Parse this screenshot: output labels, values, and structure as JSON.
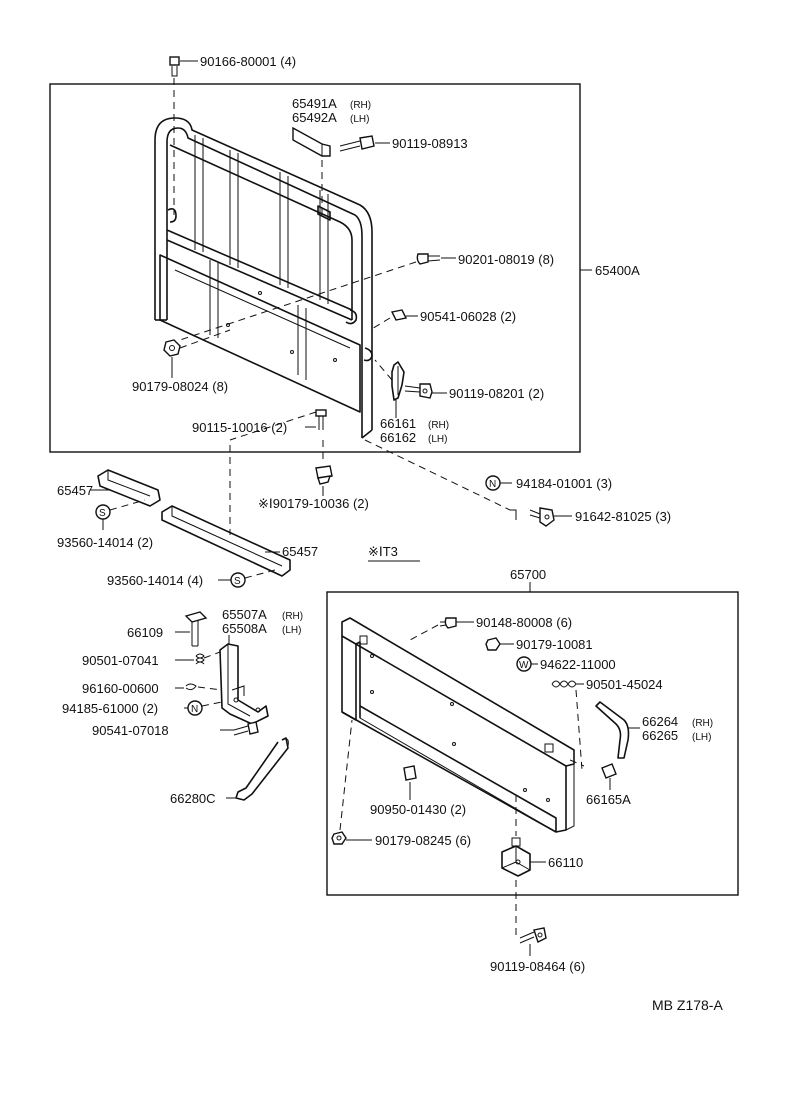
{
  "labels": {
    "p90166": "90166-80001 (4)",
    "p65491a": "65491A",
    "p65491a_side": "(RH)",
    "p65492a": "65492A",
    "p65492a_side": "(LH)",
    "p90119_08913": "90119-08913",
    "p90201": "90201-08019 (8)",
    "p65400a": "65400A",
    "p90541_06028": "90541-06028 (2)",
    "p90179_08024": "90179-08024 (8)",
    "p90119_08201": "90119-08201 (2)",
    "p90115": "90115-10016 (2)",
    "p66161": "66161",
    "p66161_side": "(RH)",
    "p66162": "66162",
    "p66162_side": "(LH)",
    "p65457_a": "65457",
    "p90179_10036": "※Ⅰ90179-10036 (2)",
    "p94184": "94184-01001 (3)",
    "p93560_a": "93560-14014 (2)",
    "p91642": "91642-81025 (3)",
    "p65457_b": "65457",
    "p93560_b": "93560-14014 (4)",
    "note_t3": "※ⅠT3",
    "p65700": "65700",
    "p66109": "66109",
    "p65507a": "65507A",
    "p65507a_side": "(RH)",
    "p65508a": "65508A",
    "p65508a_side": "(LH)",
    "p90148": "90148-80008 (6)",
    "p90179_10081": "90179-10081",
    "p94622": "94622-11000",
    "p90501_07041": "90501-07041",
    "p90501_45024": "90501-45024",
    "p96160": "96160-00600",
    "p94185": "94185-61000 (2)",
    "p66264": "66264",
    "p66264_side": "(RH)",
    "p66265": "66265",
    "p66265_side": "(LH)",
    "p90541_07018": "90541-07018",
    "p66165a": "66165A",
    "p66280c": "66280C",
    "p90950": "90950-01430 (2)",
    "p90179_08245": "90179-08245 (6)",
    "p66110": "66110",
    "p90119_08464": "90119-08464 (6)"
  },
  "symbols": {
    "n": "N",
    "s": "S",
    "w": "W"
  },
  "footer": {
    "code": "MB  Z178-A"
  }
}
